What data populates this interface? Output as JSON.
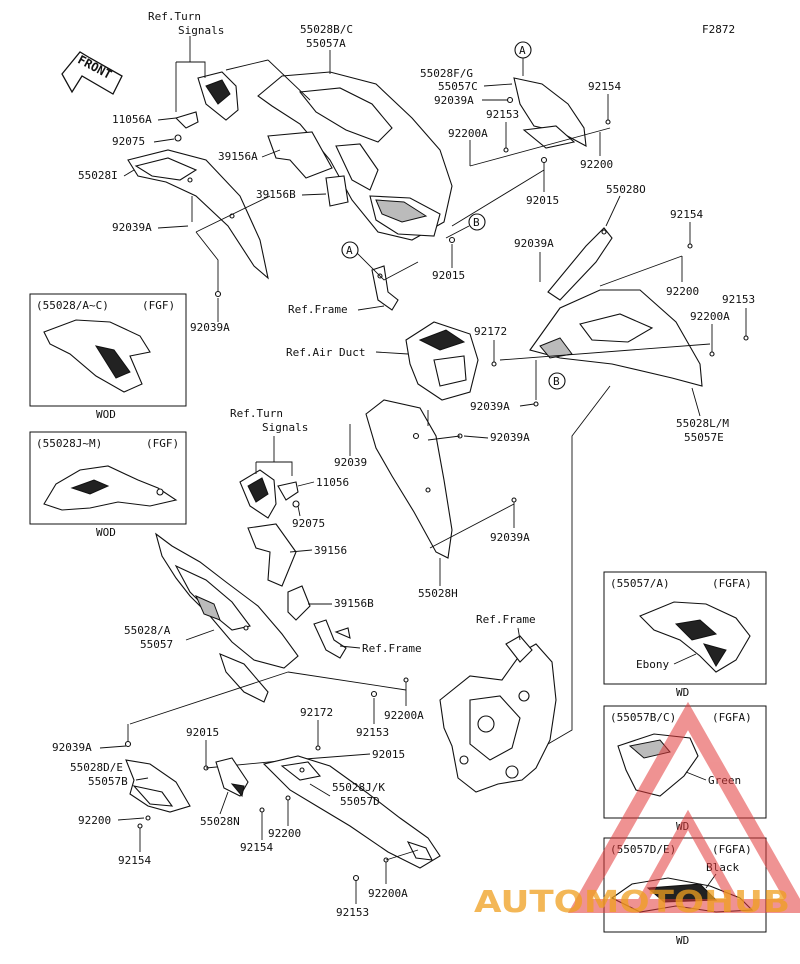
{
  "figure_code": "F2872",
  "front_label": "FRONT",
  "labels": {
    "ref_turn_signals_1a": "Ref.Turn",
    "ref_turn_signals_1b": "Signals",
    "p_55028bc": "55028B/C",
    "p_55057a": "55057A",
    "p_55028fg": "55028F/G",
    "p_55057c": "55057C",
    "p_92039a_top": "92039A",
    "p_92154_top": "92154",
    "p_11056a": "11056A",
    "p_92075_top": "92075",
    "p_39156a": "39156A",
    "p_92153_top": "92153",
    "p_92200a_top": "92200A",
    "p_92200_top": "92200",
    "p_55028i": "55028I",
    "p_39156b_top": "39156B",
    "p_92015_r": "92015",
    "p_92039a_l": "92039A",
    "p_92015_c": "92015",
    "p_55028o": "55028O",
    "p_92154_r2": "92154",
    "p_92039a_r": "92039A",
    "p_92200_r": "92200",
    "p_92153_r": "92153",
    "p_92039a_l2": "92039A",
    "ref_frame_1": "Ref.Frame",
    "p_92172_r": "92172",
    "p_92200a_r": "92200A",
    "ref_air_duct": "Ref.Air Duct",
    "p_92039a_m": "92039A",
    "p_55028lm": "55028L/M",
    "p_55057e": "55057E",
    "ref_turn_signals_2a": "Ref.Turn",
    "ref_turn_signals_2b": "Signals",
    "p_92039_m": "92039",
    "p_92039a_m2": "92039A",
    "p_11056": "11056",
    "p_92075": "92075",
    "p_39156": "39156",
    "p_92039a_m3": "92039A",
    "p_55028h": "55028H",
    "p_39156b": "39156B",
    "p_55028a": "55028/A",
    "p_55057": "55057",
    "ref_frame_2": "Ref.Frame",
    "ref_frame_3": "Ref.Frame",
    "p_92153_b": "92153",
    "p_92200a_b": "92200A",
    "p_92172_b": "92172",
    "p_92015_b1": "92015",
    "p_92015_b2": "92015",
    "p_92039a_b": "92039A",
    "p_55028de": "55028D/E",
    "p_55057b": "55057B",
    "p_55028jk": "55028J/K",
    "p_55057d": "55057D",
    "p_92200_b": "92200",
    "p_55028n": "55028N",
    "p_92200_b2": "92200",
    "p_92154_b": "92154",
    "p_92154_b2": "92154",
    "p_92200a_b2": "92200A",
    "p_92153_b2": "92153",
    "circle_a": "A",
    "circle_b": "B"
  },
  "insets": [
    {
      "id": "inset1",
      "part": "(55028/A~C)",
      "code": "(FGF)",
      "color": "",
      "caption": "WOD"
    },
    {
      "id": "inset2",
      "part": "(55028J~M)",
      "code": "(FGF)",
      "color": "",
      "caption": "WOD"
    },
    {
      "id": "inset3",
      "part": "(55057/A)",
      "code": "(FGFA)",
      "color": "Ebony",
      "caption": "WD"
    },
    {
      "id": "inset4",
      "part": "(55057B/C)",
      "code": "(FGFA)",
      "color": "Green",
      "caption": "WD"
    },
    {
      "id": "inset5",
      "part": "(55057D/E)",
      "code": "(FGFA)",
      "color": "Black",
      "caption": "WD"
    }
  ],
  "watermark": {
    "text": "AUTOMOTOHUB",
    "colors": {
      "triangle": "#e23a3a",
      "text": "#f0a020"
    }
  }
}
